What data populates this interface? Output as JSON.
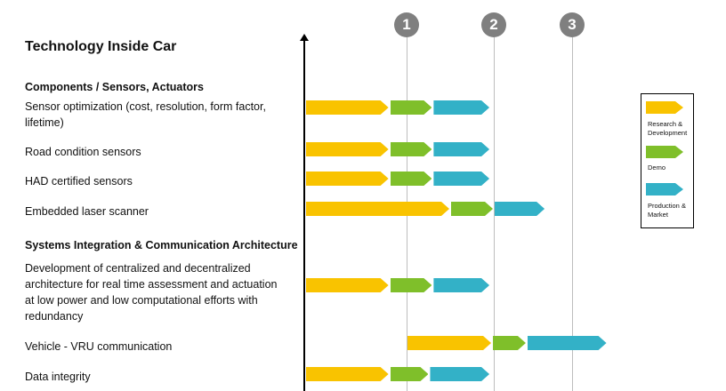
{
  "title": "Technology Inside Car",
  "colors": {
    "research": "#f9c300",
    "demo": "#7fbf2a",
    "production": "#33b1c7"
  },
  "milestones": [
    "1",
    "2",
    "3"
  ],
  "sections": [
    {
      "label": "Components / Sensors, Actuators",
      "rows": [
        {
          "label": "Sensor optimization (cost, resolution, form factor, lifetime)",
          "phases": [
            {
              "phase": "Research & Development",
              "start": 0.0,
              "end": 0.83
            },
            {
              "phase": "Demo",
              "start": 0.83,
              "end": 1.3
            },
            {
              "phase": "Production & Market",
              "start": 1.3,
              "end": 1.96
            }
          ]
        },
        {
          "label": "Road condition sensors",
          "phases": [
            {
              "phase": "Research & Development",
              "start": 0.0,
              "end": 0.83
            },
            {
              "phase": "Demo",
              "start": 0.83,
              "end": 1.3
            },
            {
              "phase": "Production & Market",
              "start": 1.3,
              "end": 1.96
            }
          ]
        },
        {
          "label": "HAD certified sensors",
          "phases": [
            {
              "phase": "Research & Development",
              "start": 0.0,
              "end": 0.83
            },
            {
              "phase": "Demo",
              "start": 0.83,
              "end": 1.3
            },
            {
              "phase": "Production & Market",
              "start": 1.3,
              "end": 1.96
            }
          ]
        },
        {
          "label": "Embedded laser scanner",
          "phases": [
            {
              "phase": "Research & Development",
              "start": 0.0,
              "end": 1.5
            },
            {
              "phase": "Demo",
              "start": 1.5,
              "end": 2.0
            },
            {
              "phase": "Production & Market",
              "start": 2.0,
              "end": 2.66
            }
          ]
        }
      ]
    },
    {
      "label": "Systems Integration & Communication Architecture",
      "rows": [
        {
          "label": "Development of centralized and decentralized architecture for real time assessment and actuation at low power and low computational efforts with redundancy",
          "phases": [
            {
              "phase": "Research & Development",
              "start": 0.0,
              "end": 0.83
            },
            {
              "phase": "Demo",
              "start": 0.83,
              "end": 1.3
            },
            {
              "phase": "Production & Market",
              "start": 1.3,
              "end": 1.96
            }
          ]
        },
        {
          "label": "Vehicle - VRU communication",
          "phases": [
            {
              "phase": "Research & Development",
              "start": 1.0,
              "end": 1.98
            },
            {
              "phase": "Demo",
              "start": 1.98,
              "end": 2.42
            },
            {
              "phase": "Production & Market",
              "start": 2.42,
              "end": 3.45
            }
          ]
        },
        {
          "label": "Data integrity",
          "phases": [
            {
              "phase": "Research & Development",
              "start": 0.0,
              "end": 0.83
            },
            {
              "phase": "Demo",
              "start": 0.83,
              "end": 1.26
            },
            {
              "phase": "Production & Market",
              "start": 1.26,
              "end": 1.96
            }
          ]
        }
      ]
    }
  ],
  "legend": [
    {
      "label": "Research & Development",
      "color": "#f9c300"
    },
    {
      "label": "Demo",
      "color": "#7fbf2a"
    },
    {
      "label": "Production & Market",
      "color": "#33b1c7"
    }
  ]
}
